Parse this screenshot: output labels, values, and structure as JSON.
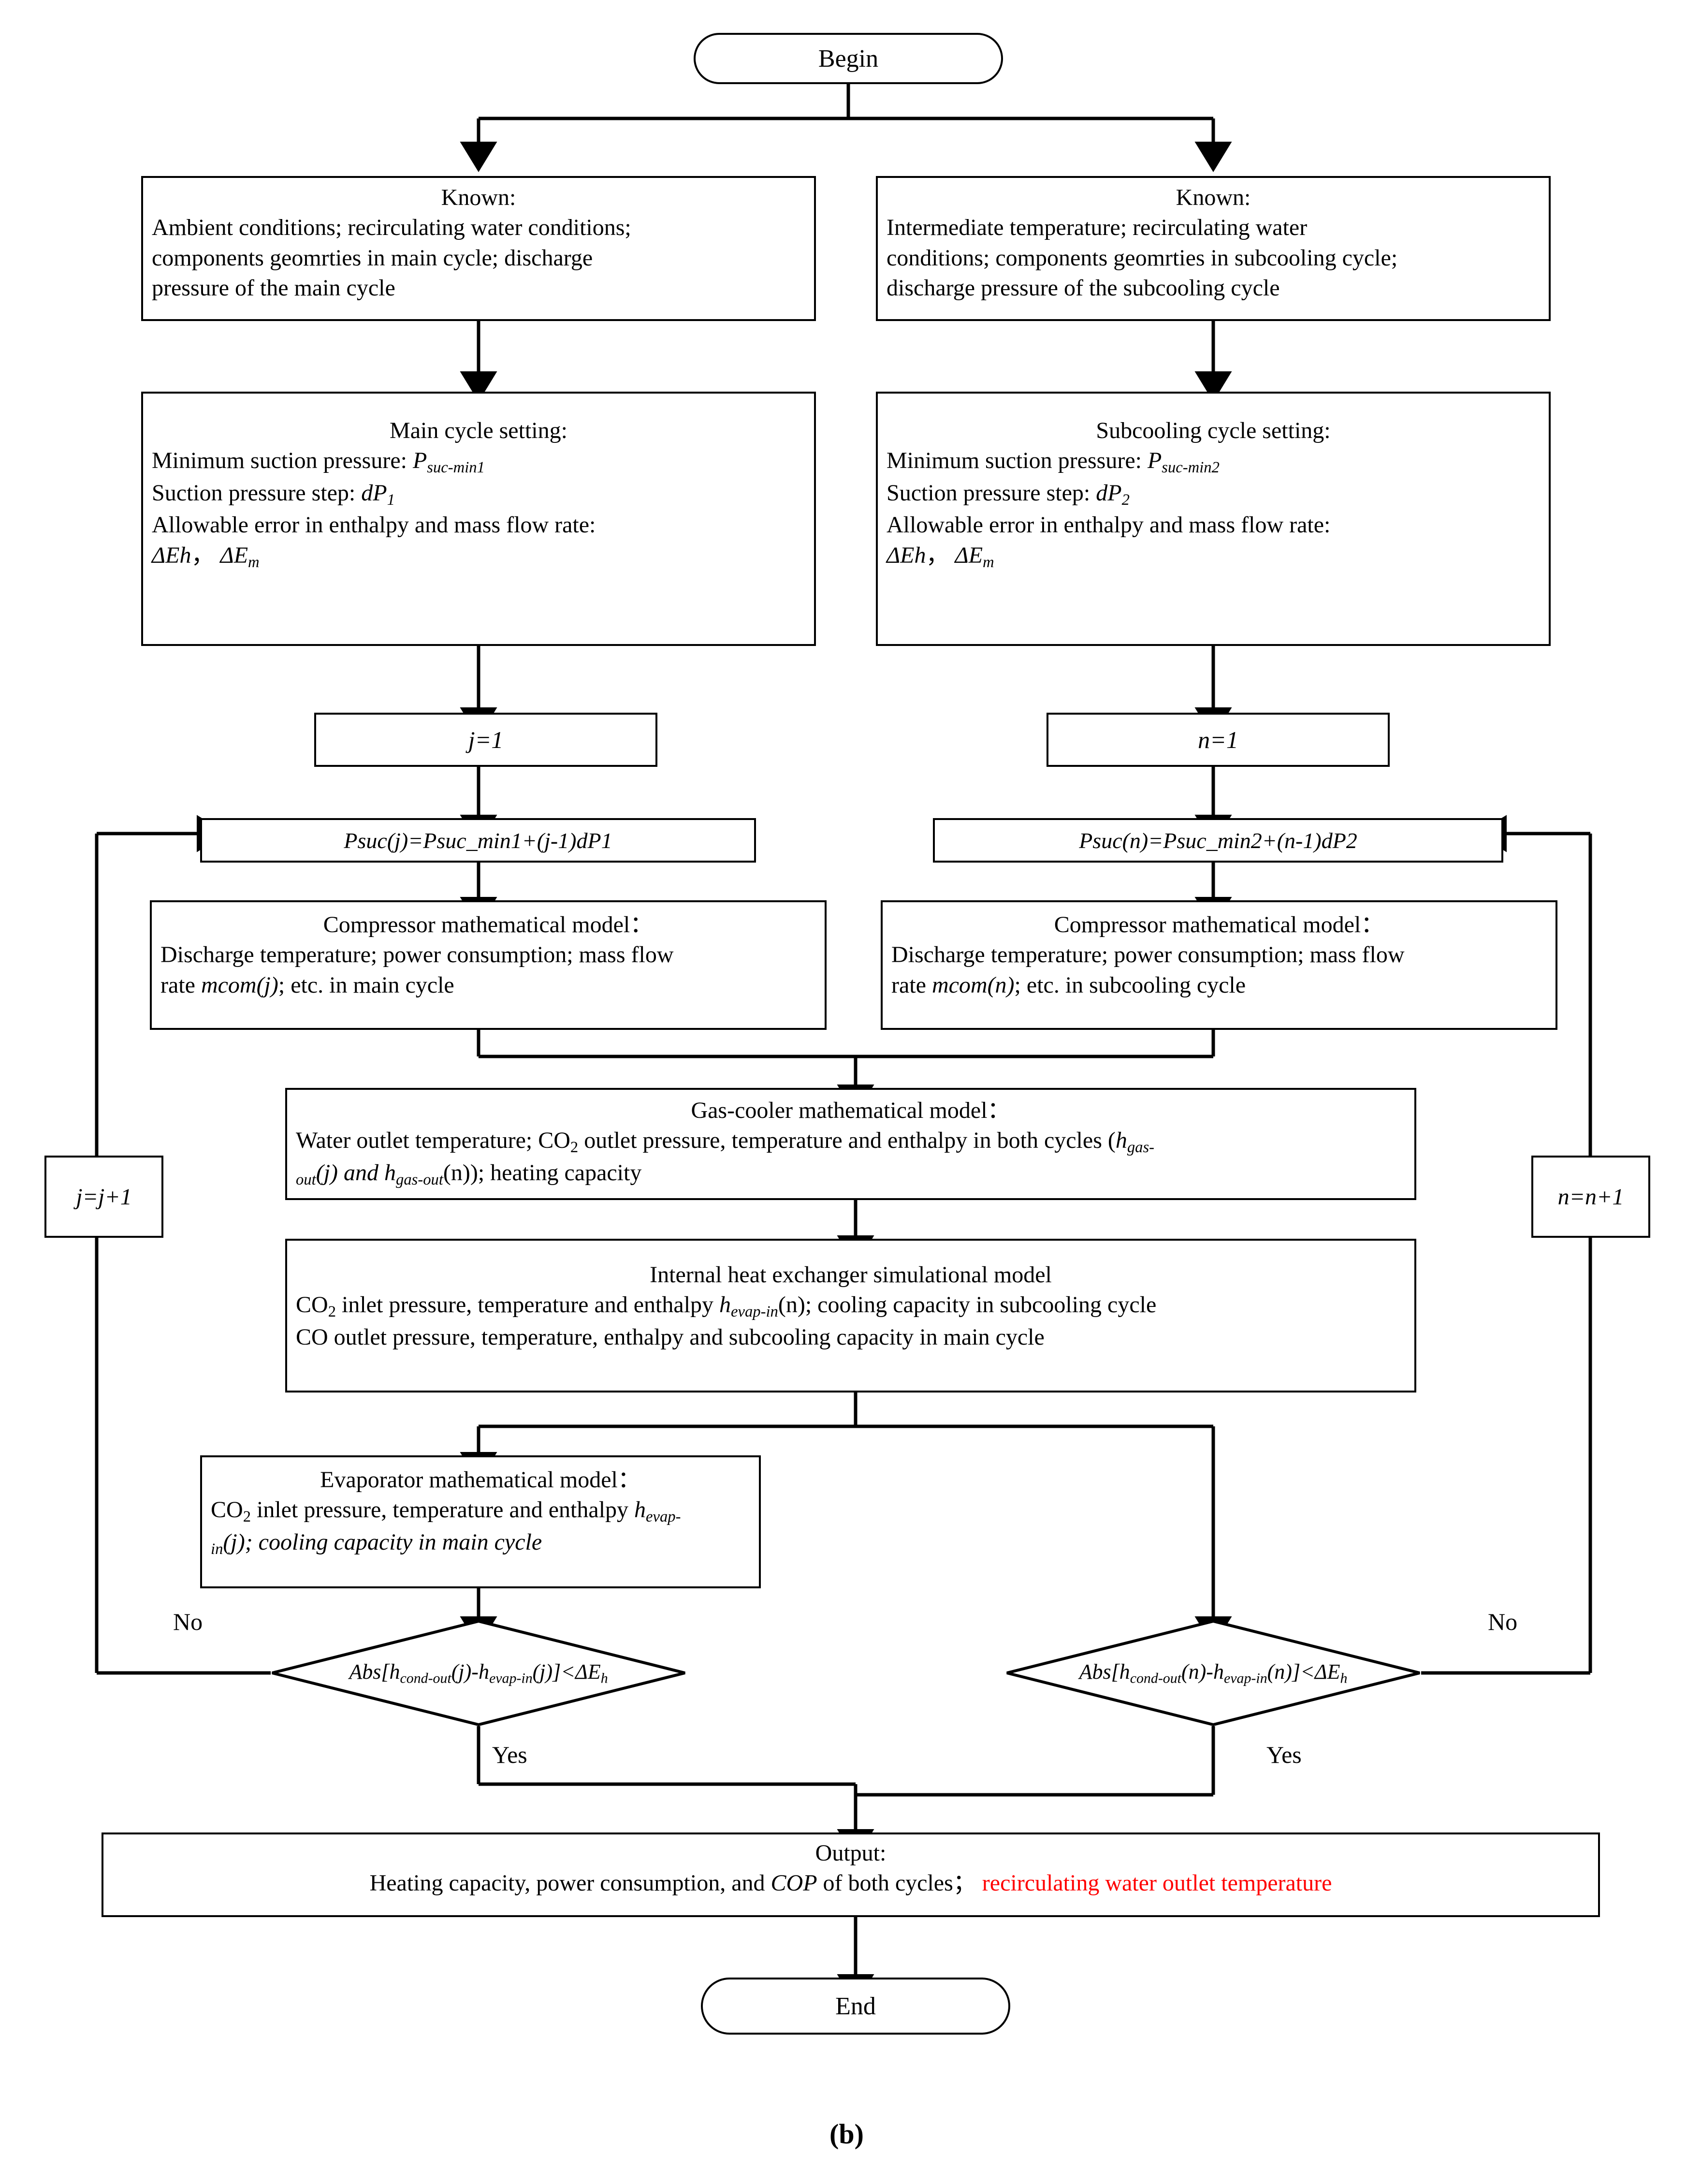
{
  "figure": {
    "caption": "(b)"
  },
  "terminals": {
    "begin": "Begin",
    "end": "End"
  },
  "known_main": {
    "title": "Known:",
    "line1": "Ambient conditions; recirculating water conditions;",
    "line2": "components geomrties in  main cycle; discharge",
    "line3": "pressure of the main cycle"
  },
  "known_sub": {
    "title": "Known:",
    "line1": "Intermediate temperature; recirculating water",
    "line2": "conditions; components geomrties in subcooling cycle;",
    "line3": "discharge pressure of the subcooling cycle"
  },
  "setting_main": {
    "title": "Main cycle setting:",
    "line1_pre": "Minimum suction pressure: ",
    "line1_sym": "P",
    "line1_sub": "suc-min1",
    "line2_pre": "Suction pressure step: ",
    "line2_sym": "dP",
    "line2_sub": "1",
    "line3": "Allowable error in enthalpy and mass flow rate:",
    "line4_a": "ΔEh",
    "line4_sep": "，",
    "line4_b": "ΔE",
    "line4_b_sub": "m"
  },
  "setting_sub": {
    "title": "Subcooling cycle setting:",
    "line1_pre": "Minimum suction pressure: ",
    "line1_sym": "P",
    "line1_sub": "suc-min2",
    "line2_pre": "Suction pressure step: ",
    "line2_sym": "dP",
    "line2_sub": "2",
    "line3": "Allowable error in enthalpy and mass flow rate:",
    "line4_a": "ΔEh",
    "line4_sep": "，",
    "line4_b": "ΔE",
    "line4_b_sub": "m"
  },
  "init": {
    "j": "j=1",
    "n": "n=1"
  },
  "psuc_main": {
    "formula": "Psuc(j)=Psuc_min1+(j-1)dP1"
  },
  "psuc_sub": {
    "formula": "Psuc(n)=Psuc_min2+(n-1)dP2"
  },
  "compressor_main": {
    "title": "Compressor mathematical model：",
    "line1": "Discharge temperature; power consumption; mass flow",
    "line2_pre": "rate ",
    "line2_sym": "mcom(j)",
    "line2_post": "; etc. in main cycle"
  },
  "compressor_sub": {
    "title": "Compressor mathematical model：",
    "line1": "Discharge temperature; power consumption; mass flow",
    "line2_pre": "rate ",
    "line2_sym": "mcom(n)",
    "line2_post": "; etc. in subcooling cycle"
  },
  "gas_cooler": {
    "title": "Gas-cooler mathematical model：",
    "line1_a": "Water outlet temperature; CO",
    "line1_sub": "2",
    "line1_b": " outlet pressure, temperature and enthalpy in both cycles (",
    "line1_h": "h",
    "line1_hsub": "gas-",
    "line2_a": "out",
    "line2_b": "(j) and ",
    "line2_h": "h",
    "line2_hsub": "gas-out",
    "line2_c": "(n)); heating capacity"
  },
  "ihx": {
    "title": "Internal heat exchanger simulational model",
    "line1_a": "CO",
    "line1_sub": "2",
    "line1_b": " inlet pressure, temperature and enthalpy ",
    "line1_h": "h",
    "line1_hsub": "evap-in",
    "line1_c": "(n); cooling capacity in subcooling cycle",
    "line2": "CO outlet pressure, temperature, enthalpy and subcooling capacity in main cycle"
  },
  "evaporator": {
    "title": "Evaporator mathematical model：",
    "line1_a": "CO",
    "line1_sub": "2",
    "line1_b": " inlet pressure, temperature and enthalpy ",
    "line1_h": "h",
    "line1_hsub": "evap-",
    "line2_sub": "in",
    "line2_rest": "(j); cooling capacity in main cycle"
  },
  "decision_main": {
    "a": "Abs[h",
    "a_sub": "cond-out",
    "b": "(j)-h",
    "b_sub": "evap-in",
    "c": "(j)]<ΔE",
    "c_sub": "h"
  },
  "decision_sub": {
    "a": "Abs[h",
    "a_sub": "cond-out",
    "b": "(n)-h",
    "b_sub": "evap-in",
    "c": "(n)]<ΔE",
    "c_sub": "h"
  },
  "increment": {
    "j": "j=j+1",
    "n": "n=n+1"
  },
  "branch_labels": {
    "no_left": "No",
    "no_right": "No",
    "yes_left": "Yes",
    "yes_right": "Yes"
  },
  "output": {
    "title": "Output:",
    "line_black_a": "Heating capacity, power consumption, and ",
    "line_cop": "COP",
    "line_black_b": " of both cycles；",
    "line_red": " recirculating water outlet temperature"
  },
  "colors": {
    "stroke": "#000000",
    "background": "#ffffff",
    "highlight": "#FF0000"
  }
}
